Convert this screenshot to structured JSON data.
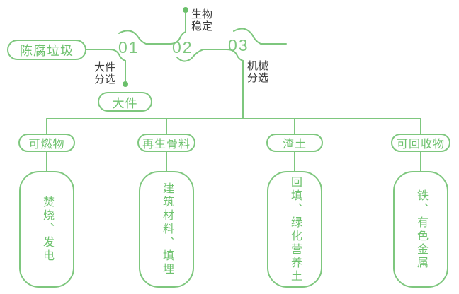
{
  "source": {
    "label": "陈腐垃圾"
  },
  "steps": [
    {
      "number": "01",
      "label_line1": "大件",
      "label_line2": "分选"
    },
    {
      "number": "02",
      "label_line1": "生物",
      "label_line2": "稳定"
    },
    {
      "number": "03",
      "label_line1": "机械",
      "label_line2": "分选"
    }
  ],
  "bulky_output": {
    "label": "大件"
  },
  "branches": [
    {
      "category": "可燃物",
      "result": "焚烧、发电"
    },
    {
      "category": "再生骨料",
      "result": "建筑材料、填埋"
    },
    {
      "category": "渣土",
      "result": "回填、绿化营养土"
    },
    {
      "category": "可回收物",
      "result": "铁、有色金属"
    }
  ],
  "colors": {
    "line_green": "#7ec77e",
    "text_green": "#6ec26e",
    "node_dot_green": "#6abf6a",
    "label_dark": "#3c3c3c",
    "background": "#ffffff"
  }
}
